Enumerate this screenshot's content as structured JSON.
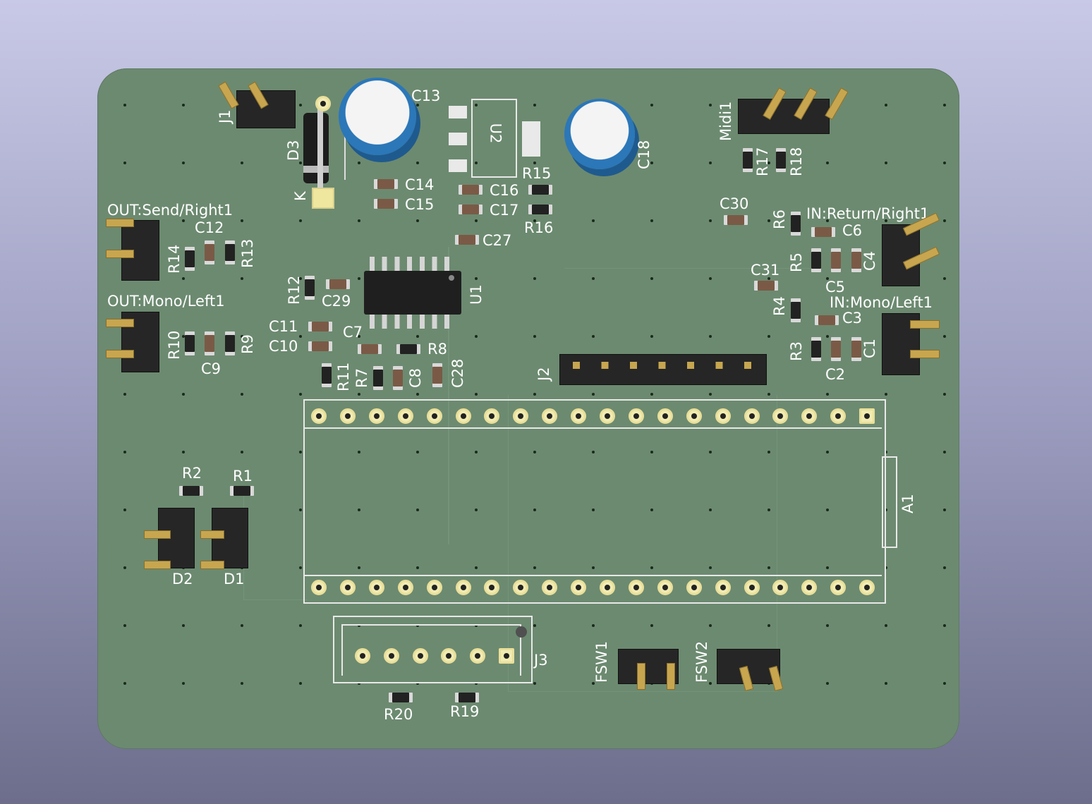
{
  "board": {
    "labels": {
      "J1": "J1",
      "D3": "D3",
      "K": "K",
      "C13": "C13",
      "U2": "U2",
      "C18": "C18",
      "Midi1": "Midi1",
      "R17": "R17",
      "R18": "R18",
      "C14": "C14",
      "C15": "C15",
      "C16": "C16",
      "C17": "C17",
      "R15": "R15",
      "R16": "R16",
      "C27": "C27",
      "C30": "C30",
      "R6": "R6",
      "out_send": "OUT:Send/Right1",
      "C12": "C12",
      "R14": "R14",
      "R13": "R13",
      "in_return": "IN:Return/Right1",
      "C6": "C6",
      "R5": "R5",
      "C4": "C4",
      "C5": "C5",
      "R12": "R12",
      "C29": "C29",
      "U1": "U1",
      "C31": "C31",
      "out_mono": "OUT:Mono/Left1",
      "R10": "R10",
      "R9": "R9",
      "C9": "C9",
      "in_mono": "IN:Mono/Left1",
      "R4": "R4",
      "C3": "C3",
      "R3": "R3",
      "C1": "C1",
      "C2": "C2",
      "C11": "C11",
      "C10": "C10",
      "C7": "C7",
      "R8": "R8",
      "R11": "R11",
      "R7": "R7",
      "C8": "C8",
      "C28": "C28",
      "J2": "J2",
      "R2": "R2",
      "R1": "R1",
      "D2": "D2",
      "D1": "D1",
      "A1": "A1",
      "J3": "J3",
      "R20": "R20",
      "R19": "R19",
      "FSW1": "FSW1",
      "FSW2": "FSW2"
    }
  },
  "colors": {
    "soldermask": "#6c8a70",
    "silkscreen": "#ffffff",
    "pad": "#f1ebb2",
    "header": "#262626",
    "capacitor_body": "#2b77b8"
  }
}
